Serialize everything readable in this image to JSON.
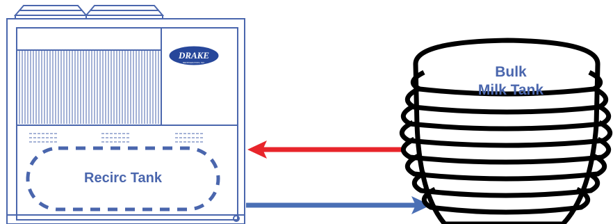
{
  "unit": {
    "logo": "DRAKE",
    "logo_sub": "REFRIGERATION, INC.",
    "recirc_label": "Recirc Tank"
  },
  "bulk_tank": {
    "label_line1": "Bulk",
    "label_line2": "Milk Tank"
  },
  "arrows": {
    "supply": {
      "color": "#e8252b",
      "direction": "left"
    },
    "return": {
      "color": "#4a6fb5",
      "direction": "right"
    }
  },
  "colors": {
    "unit_line": "#4a66ad",
    "logo_fill": "#27479a",
    "tank_outline": "#000000"
  }
}
